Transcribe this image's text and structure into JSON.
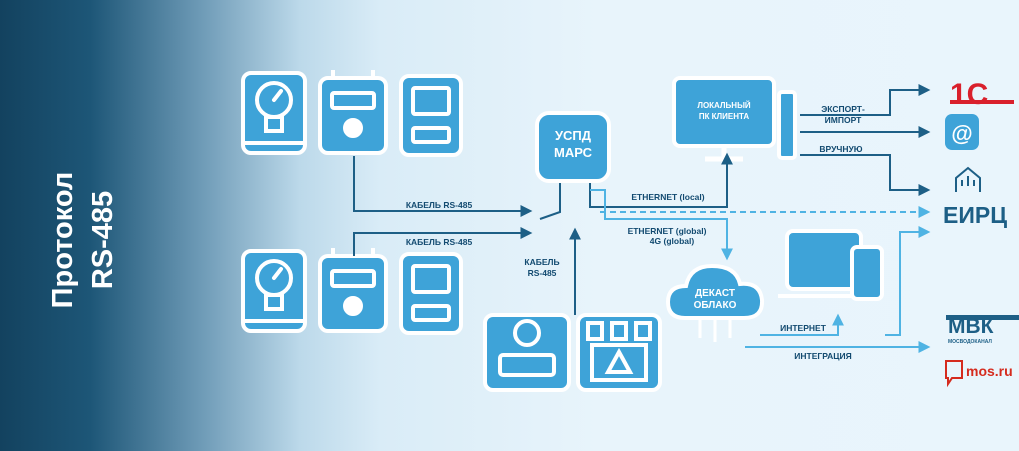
{
  "sidebar": {
    "line1": "Протокол",
    "line2": "RS-485"
  },
  "hub": {
    "line1": "УСПД",
    "line2": "МАРС"
  },
  "pc": {
    "line1": "ЛОКАЛЬНЫЙ",
    "line2": "ПК КЛИЕНТА"
  },
  "cloud": {
    "line1": "ДЕКАСТ",
    "line2": "ОБЛАКО"
  },
  "links": {
    "cable_top": "КАБЕЛЬ RS-485",
    "cable_bottom": "КАБЕЛЬ RS-485",
    "cable_vertical_1": "КАБЕЛЬ",
    "cable_vertical_2": "RS-485",
    "ethernet_local": "ETHERNET (local)",
    "ethernet_global_1": "ETHERNET (global)",
    "ethernet_global_2": "4G (global)",
    "export_1": "ЭКСПОРТ-",
    "export_2": "ИМПОРТ",
    "manual": "ВРУЧНУЮ",
    "internet": "ИНТЕРНЕТ",
    "integration": "ИНТЕГРАЦИЯ"
  },
  "targets": {
    "onec": "1С",
    "mail": "@",
    "eirc": "ЕИРЦ",
    "mvk": "МВК",
    "mvk_sub": "МОСВОДОКАНАЛ",
    "mosru": "mos.ru"
  },
  "colors": {
    "sidebar_bg": "#13425f",
    "accent_dark": "#1d5f86",
    "accent_light": "#4fb3e3",
    "device_fill": "#3ea3d8",
    "onec_red": "#d9202c",
    "mosru_red": "#d52b1e"
  },
  "icons": [
    "gauge-icon",
    "gas-meter-icon",
    "electric-meter-icon",
    "flow-meter-icon",
    "transformer-icon",
    "computer-icon",
    "laptop-icon",
    "phone-icon",
    "cloud-icon",
    "house-icon"
  ]
}
